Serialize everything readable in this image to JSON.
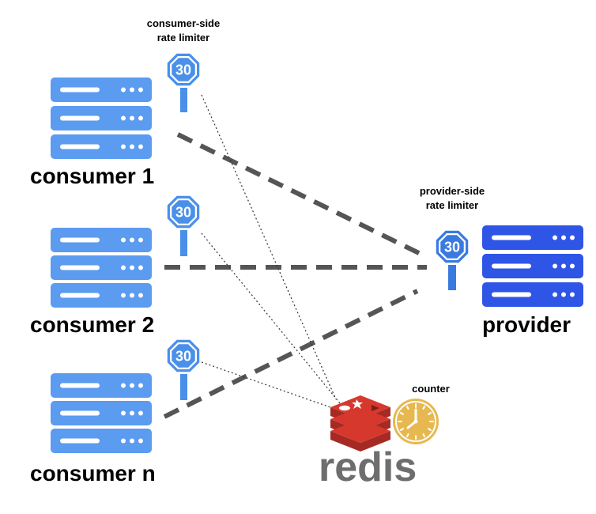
{
  "consumers": [
    {
      "name": "consumer 1",
      "limit": "30"
    },
    {
      "name": "consumer 2",
      "limit": "30"
    },
    {
      "name": "consumer n",
      "limit": "30"
    }
  ],
  "consumer_limiter_label": {
    "line1": "consumer-side",
    "line2": "rate limiter"
  },
  "provider": {
    "name": "provider",
    "limit": "30"
  },
  "provider_limiter_label": {
    "line1": "provider-side",
    "line2": "rate limiter"
  },
  "redis": {
    "label": "redis",
    "counter_label": "counter"
  },
  "colors": {
    "consumer_server": "#5b9bf0",
    "consumer_sign": "#4a90e8",
    "provider_server": "#2f55e6",
    "provider_sign": "#3a7ae0",
    "redis_red": "#c8332c",
    "redis_text": "#6e6e6e",
    "clock": "#e7b84f",
    "dashed_link": "#555555"
  },
  "icons": [
    "server-icon",
    "speed-limit-sign-icon",
    "redis-logo-icon",
    "clock-icon"
  ]
}
